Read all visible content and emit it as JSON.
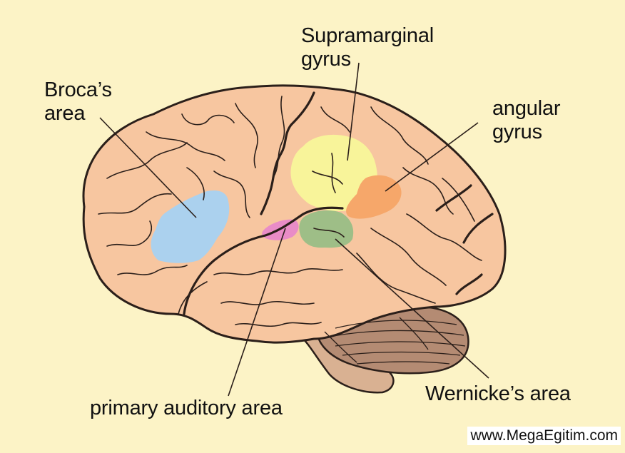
{
  "colors": {
    "background": "#fcf3c6",
    "brain": "#f7c6a0",
    "outline": "#2b1f1a",
    "broca": "#abd1ee",
    "supramarginal": "#f8f49a",
    "angular": "#f6a76a",
    "wernicke": "#9ebe87",
    "auditory": "#e98cc7",
    "cerebellum": "#b48b73",
    "brainstem": "#d9b192"
  },
  "labels": {
    "broca_line1": "Broca’s",
    "broca_line2": "area",
    "supramarginal_line1": "Supramarginal",
    "supramarginal_line2": "gyrus",
    "angular_line1": "angular",
    "angular_line2": "gyrus",
    "auditory": "primary auditory area",
    "wernicke": "Wernicke’s area"
  },
  "watermark": "www.MegaEgitim.com"
}
